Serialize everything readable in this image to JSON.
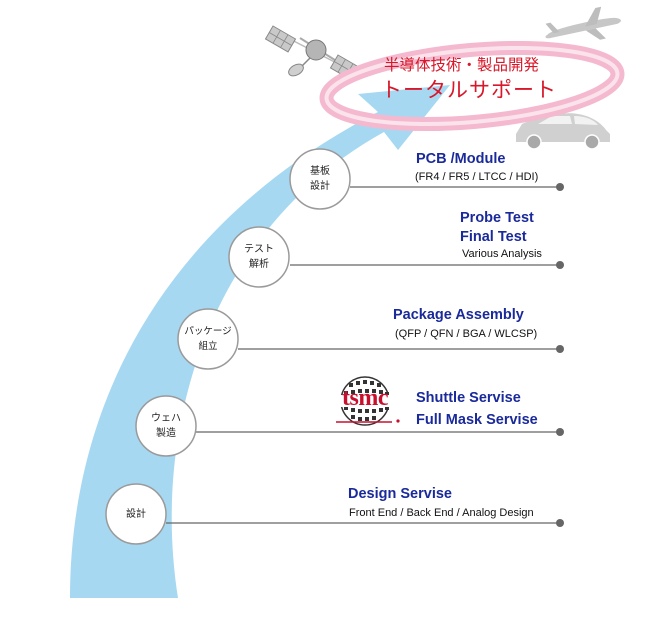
{
  "banner": {
    "line1": "半導体技術・製品開発",
    "line2": "トータルサポート"
  },
  "logo": {
    "text": "tsmc",
    "color": "#c8102e"
  },
  "colors": {
    "arrow": "#a6d8f2",
    "title": "#1a2a9a",
    "banner_text": "#d8182a",
    "banner_ring": "#f5b9cf",
    "line": "#666666"
  },
  "steps": [
    {
      "node_line1": "基板",
      "node_line2": "設計",
      "title1": "PCB /Module",
      "title2": "",
      "sub": "(FR4 / FR5 / LTCC / HDI)"
    },
    {
      "node_line1": "テスト",
      "node_line2": "解析",
      "title1": "Probe Test",
      "title2": "Final Test",
      "sub": "Various Analysis"
    },
    {
      "node_line1": "パッケージ",
      "node_line2": "組立",
      "title1": "Package Assembly",
      "title2": "",
      "sub": "(QFP / QFN / BGA / WLCSP)"
    },
    {
      "node_line1": "ウェハ",
      "node_line2": "製造",
      "title1": "Shuttle Servise",
      "title2": "Full Mask Servise",
      "sub": ""
    },
    {
      "node_line1": "設計",
      "node_line2": "",
      "title1": "Design Servise",
      "title2": "",
      "sub": "Front End / Back End / Analog Design"
    }
  ]
}
